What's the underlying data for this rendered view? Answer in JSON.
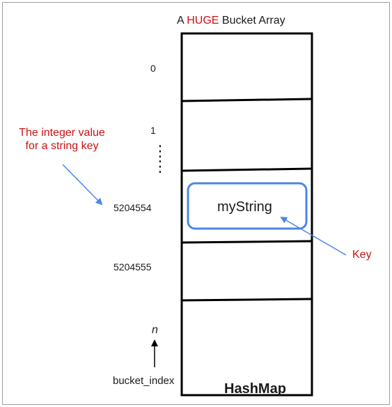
{
  "diagram": {
    "title": {
      "prefix": "A ",
      "emphasis": "HUGE",
      "suffix": " Bucket Array"
    },
    "indices": [
      "0",
      "1",
      "5204554",
      "5204555",
      "n"
    ],
    "ellipsis": "⋮",
    "key_text": "myString",
    "annotation_integer": [
      "The integer value",
      "for a string key"
    ],
    "annotation_key": "Key",
    "axis_label": "bucket_index",
    "caption": "HashMap",
    "colors": {
      "annotation": "#cc1111",
      "highlight_box": "#4a86e8",
      "arrow": "#4a86e8",
      "outline": "#000000"
    }
  }
}
